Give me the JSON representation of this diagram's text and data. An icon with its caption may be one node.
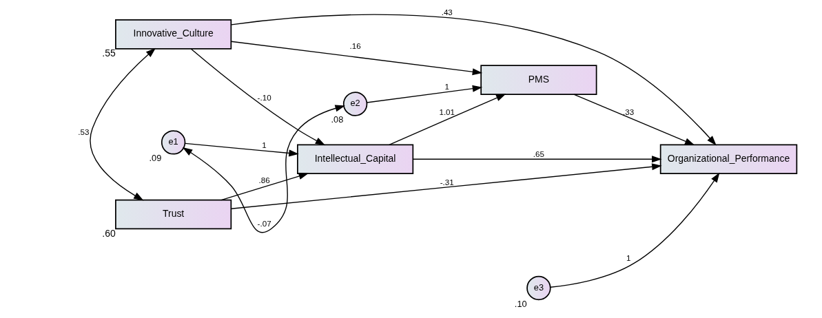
{
  "diagram": {
    "nodes": [
      {
        "text": [
          "Innovative_Culture"
        ],
        "beside": [
          ".55"
        ]
      },
      {
        "text": [
          "Trust"
        ],
        "beside": [
          ".60"
        ]
      },
      {
        "text": [
          "Intellectual_Capital"
        ]
      },
      {
        "text": [
          "PMS"
        ]
      },
      {
        "text": [
          "Organizational_Performance"
        ]
      },
      {
        "text": [
          "e1"
        ],
        "beside": [
          ".09"
        ]
      },
      {
        "text": [
          "e2"
        ],
        "beside": [
          ".08"
        ]
      },
      {
        "text": [
          "e3"
        ],
        "beside": [
          ".10"
        ]
      }
    ],
    "edges": [
      {
        "from": 0,
        "to": 1,
        "arrow": "both",
        "label": ".53"
      },
      {
        "from": 0,
        "to": 2,
        "arrow": "to",
        "label": "-.10"
      },
      {
        "from": 0,
        "to": 3,
        "arrow": "to",
        "label": ".16"
      },
      {
        "from": 0,
        "to": 4,
        "arrow": "to",
        "label": ".43"
      },
      {
        "from": 1,
        "to": 2,
        "arrow": "to",
        "label": ".86"
      },
      {
        "from": 1,
        "to": 4,
        "arrow": "to",
        "label": "-.31"
      },
      {
        "from": 2,
        "to": 3,
        "arrow": "to",
        "label": "1.01"
      },
      {
        "from": 2,
        "to": 4,
        "arrow": "to",
        "label": ".65"
      },
      {
        "from": 3,
        "to": 4,
        "arrow": "to",
        "label": ".33"
      },
      {
        "from": 5,
        "to": 2,
        "arrow": "to",
        "label": "1"
      },
      {
        "from": 6,
        "to": 3,
        "arrow": "to",
        "label": "1"
      },
      {
        "from": 7,
        "to": 4,
        "arrow": "to",
        "label": "1"
      },
      {
        "from": 6,
        "to": 5,
        "arrow": "both",
        "label": "-.07"
      }
    ]
  }
}
